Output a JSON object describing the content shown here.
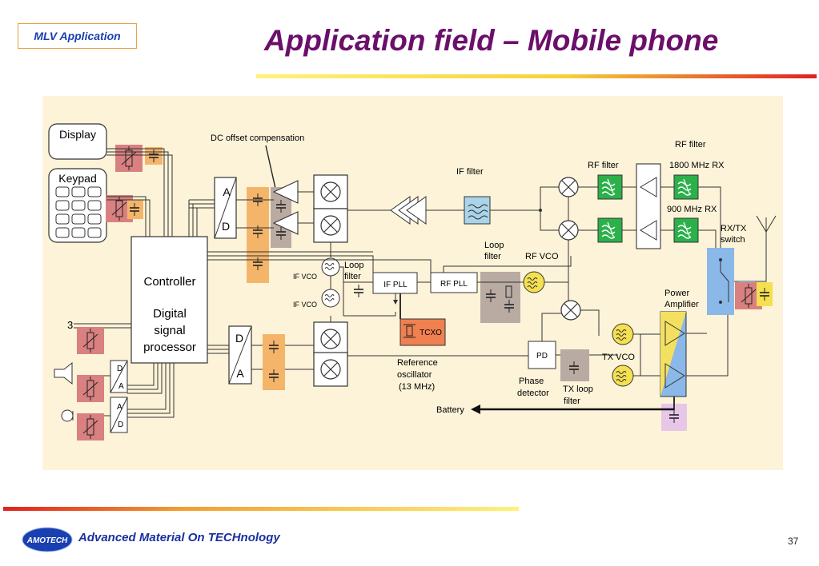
{
  "header": {
    "tag": "MLV Application",
    "title": "Application field – Mobile phone"
  },
  "diagram": {
    "display": "Display",
    "keypad": "Keypad",
    "controller": "Controller",
    "dsp_line1": "Digital",
    "dsp_line2": "signal",
    "dsp_line3": "processor",
    "adc_a": "A",
    "adc_d": "D",
    "dac_d": "D",
    "dac_a": "A",
    "dc_offset": "DC offset  compensation",
    "if_filter": "IF filter",
    "rf_filter_1": "RF filter",
    "rf_filter_2": "RF filter",
    "rx1800": "1800 MHz RX",
    "rx900": "900 MHz RX",
    "rxtx_1": "RX/TX",
    "rxtx_2": "switch",
    "loop_filter_rf_1": "Loop",
    "loop_filter_rf_2": "filter",
    "rf_vco": "RF VCO",
    "if_vco_1": "IF VCO",
    "if_vco_2": "IF VCO",
    "loop_if_1": "Loop",
    "loop_if_2": "filter",
    "if_pll": "IF PLL",
    "rf_pll": "RF PLL",
    "tcxo": "TCXO",
    "pd": "PD",
    "ref_osc_1": "Reference",
    "ref_osc_2": "oscillator",
    "ref_osc_3": "(13 MHz)",
    "phase_det_1": "Phase",
    "phase_det_2": "detector",
    "tx_loop_1": "TX loop",
    "tx_loop_2": "filter",
    "tx_vco": "TX VCO",
    "power_amp_1": "Power",
    "power_amp_2": "Amplifier",
    "battery": "Battery",
    "codec_d1": "D",
    "codec_a1": "A",
    "codec_a2": "A",
    "codec_d2": "D"
  },
  "footer": {
    "logo": "AMOTECH",
    "text": "Advanced Material On TECHnology",
    "page": "37"
  },
  "colors": {
    "title": "#6b0f6b",
    "diagram_bg": "#fcf3d8",
    "varistor_pink": "#d98080",
    "cap_orange": "#f4b56a",
    "grey_box": "#b9aba2",
    "filter_green": "#2bb04a",
    "filter_blue": "#a9d4ea",
    "tcxo": "#f08050",
    "pa_blue": "#8ab8e8",
    "pa_yellow": "#f4e060"
  }
}
